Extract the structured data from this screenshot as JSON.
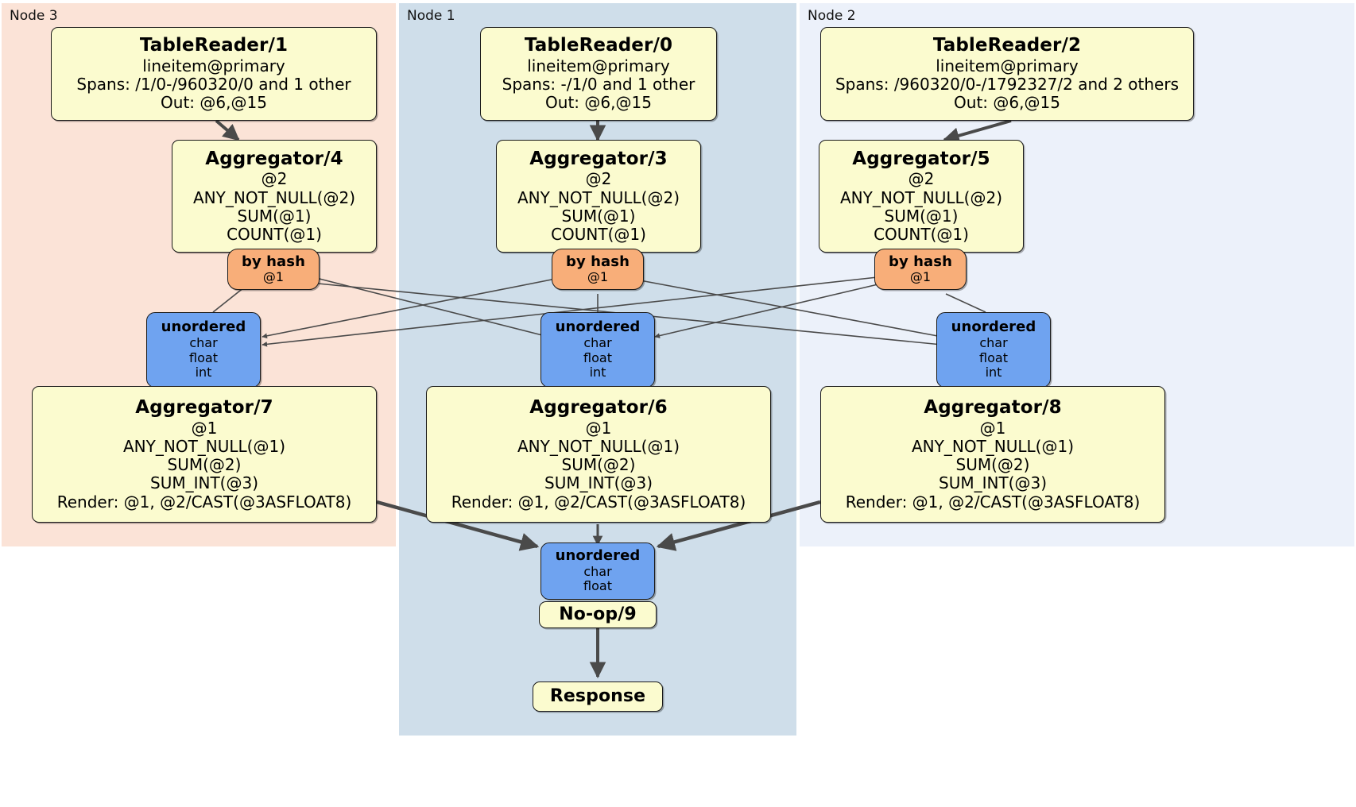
{
  "diagram": {
    "title": "Distributed SQL physical plan",
    "colors": {
      "node3_bg": "#fbe3d7",
      "node1_bg": "#cfdeea",
      "node2_bg": "#ecf1fa",
      "processor_bg": "#fbfbcf",
      "hash_router_bg": "#f8ae79",
      "synchronizer_bg": "#6fa3f0",
      "edge": "#4a4a4a",
      "border": "#1a1a1a"
    },
    "clusters": [
      {
        "id": "node3",
        "label": "Node 3"
      },
      {
        "id": "node1",
        "label": "Node 1"
      },
      {
        "id": "node2",
        "label": "Node 2"
      }
    ],
    "processors": {
      "tablereader1": {
        "title": "TableReader/1",
        "lines": [
          "lineitem@primary",
          "Spans: /1/0-/960320/0 and 1 other",
          "Out: @6,@15"
        ]
      },
      "tablereader0": {
        "title": "TableReader/0",
        "lines": [
          "lineitem@primary",
          "Spans: -/1/0 and 1 other",
          "Out: @6,@15"
        ]
      },
      "tablereader2": {
        "title": "TableReader/2",
        "lines": [
          "lineitem@primary",
          "Spans: /960320/0-/1792327/2 and 2 others",
          "Out: @6,@15"
        ]
      },
      "aggregator4": {
        "title": "Aggregator/4",
        "lines": [
          "@2",
          "ANY_NOT_NULL(@2)",
          "SUM(@1)",
          "COUNT(@1)"
        ]
      },
      "aggregator3": {
        "title": "Aggregator/3",
        "lines": [
          "@2",
          "ANY_NOT_NULL(@2)",
          "SUM(@1)",
          "COUNT(@1)"
        ]
      },
      "aggregator5": {
        "title": "Aggregator/5",
        "lines": [
          "@2",
          "ANY_NOT_NULL(@2)",
          "SUM(@1)",
          "COUNT(@1)"
        ]
      },
      "aggregator7": {
        "title": "Aggregator/7",
        "lines": [
          "@1",
          "ANY_NOT_NULL(@1)",
          "SUM(@2)",
          "SUM_INT(@3)",
          "Render: @1, @2/CAST(@3ASFLOAT8)"
        ]
      },
      "aggregator6": {
        "title": "Aggregator/6",
        "lines": [
          "@1",
          "ANY_NOT_NULL(@1)",
          "SUM(@2)",
          "SUM_INT(@3)",
          "Render: @1, @2/CAST(@3ASFLOAT8)"
        ]
      },
      "aggregator8": {
        "title": "Aggregator/8",
        "lines": [
          "@1",
          "ANY_NOT_NULL(@1)",
          "SUM(@2)",
          "SUM_INT(@3)",
          "Render: @1, @2/CAST(@3ASFLOAT8)"
        ]
      },
      "noop9": {
        "title": "No-op/9",
        "lines": []
      },
      "response": {
        "title": "Response",
        "lines": []
      }
    },
    "routers": {
      "hash_left": {
        "title": "by hash",
        "lines": [
          "@1"
        ]
      },
      "hash_middle": {
        "title": "by hash",
        "lines": [
          "@1"
        ]
      },
      "hash_right": {
        "title": "by hash",
        "lines": [
          "@1"
        ]
      }
    },
    "synchronizers": {
      "sync_left": {
        "title": "unordered",
        "lines": [
          "char",
          "float",
          "int"
        ]
      },
      "sync_middle": {
        "title": "unordered",
        "lines": [
          "char",
          "float",
          "int"
        ]
      },
      "sync_right": {
        "title": "unordered",
        "lines": [
          "char",
          "float",
          "int"
        ]
      },
      "sync_final": {
        "title": "unordered",
        "lines": [
          "char",
          "float"
        ]
      }
    }
  }
}
